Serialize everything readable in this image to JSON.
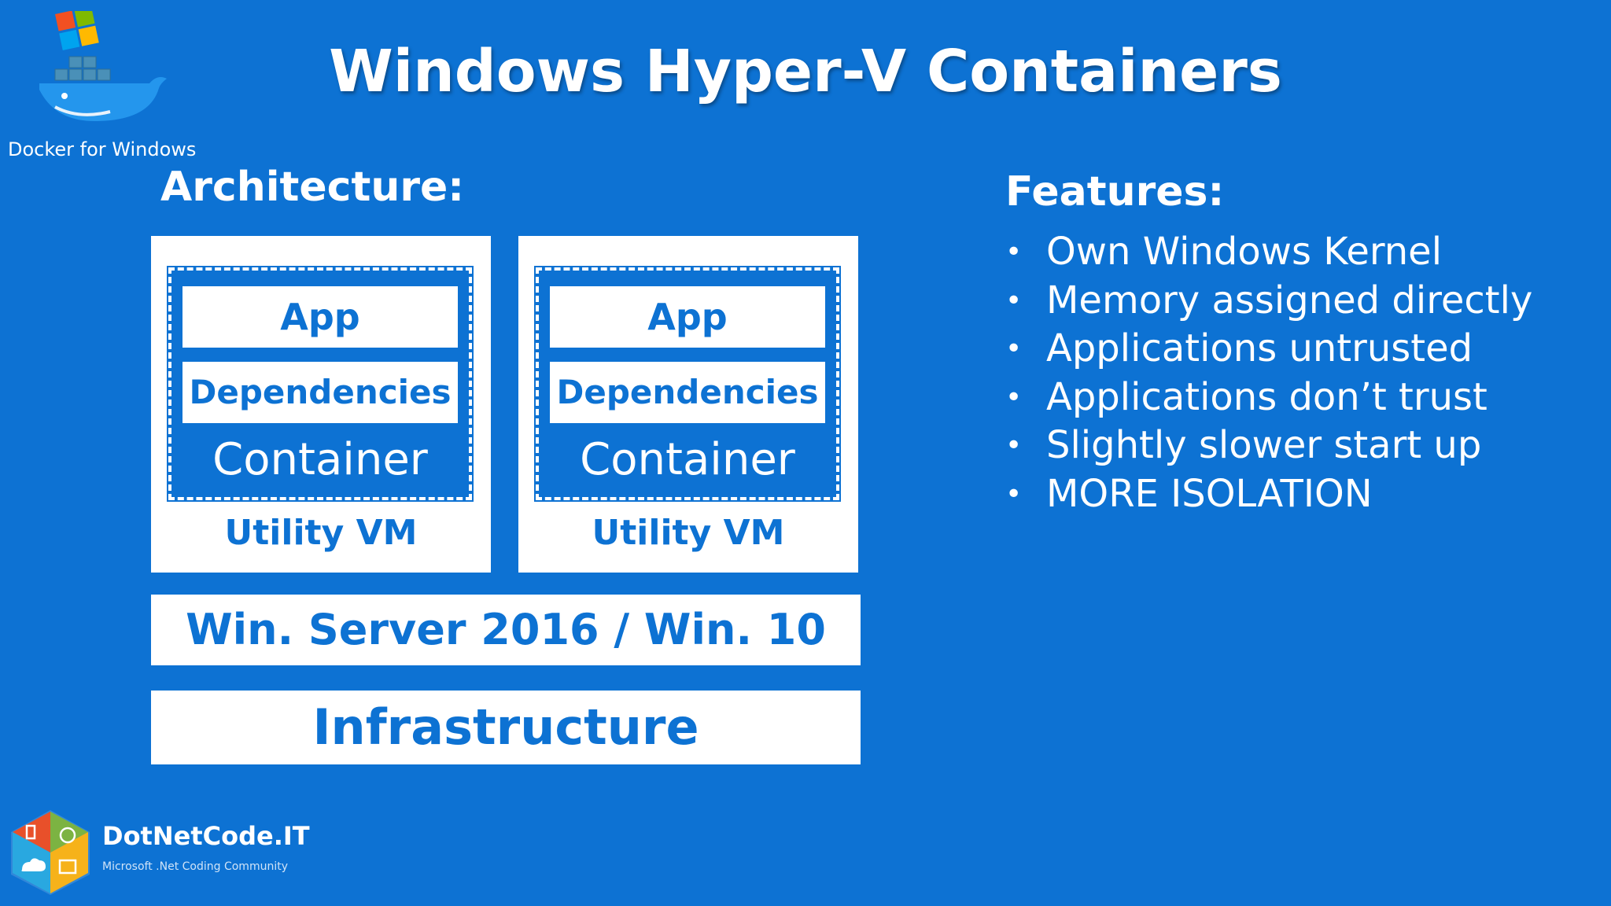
{
  "slide": {
    "title": "Windows Hyper-V Containers",
    "brand_caption": "Docker for Windows"
  },
  "architecture": {
    "heading": "Architecture:",
    "vms": [
      {
        "app": "App",
        "dependencies": "Dependencies",
        "container": "Container",
        "vm": "Utility VM"
      },
      {
        "app": "App",
        "dependencies": "Dependencies",
        "container": "Container",
        "vm": "Utility VM"
      }
    ],
    "host_os": "Win. Server 2016 / Win. 10",
    "infrastructure": "Infrastructure"
  },
  "features": {
    "heading": "Features:",
    "bullet": "•",
    "items": [
      "Own Windows Kernel",
      "Memory assigned directly",
      "Applications untrusted",
      "Applications don’t trust",
      "Slightly slower start up",
      "MORE ISOLATION"
    ]
  },
  "footer": {
    "name": "DotNetCode.IT",
    "tagline": "Microsoft .Net Coding Community"
  },
  "colors": {
    "background": "#0d72d3",
    "box": "#ffffff",
    "text_on_box": "#0d72d3"
  },
  "icons": [
    "docker-whale-icon",
    "windows-logo-icon",
    "dotnetcode-logo-icon"
  ]
}
